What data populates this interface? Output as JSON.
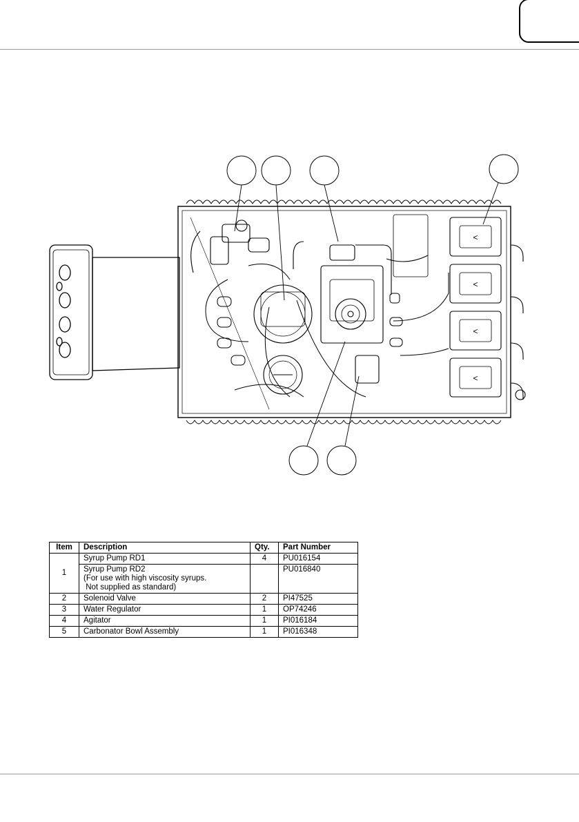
{
  "parts_table": {
    "headers": {
      "item": "Item",
      "description": "Description",
      "qty": "Qty.",
      "part_number": "Part Number"
    },
    "row_1a": {
      "item": "1",
      "description": "Syrup Pump RD1",
      "qty": "4",
      "part_number": "PU016154"
    },
    "row_1b": {
      "description_line1": "Syrup Pump RD2",
      "description_line2": "(For use with high viscosity syrups.",
      "description_line3": " Not supplied as standard)",
      "qty": "",
      "part_number": "PU016840"
    },
    "row_2": {
      "item": "2",
      "description": "Solenoid Valve",
      "qty": "2",
      "part_number": "PI47525"
    },
    "row_3": {
      "item": "3",
      "description": "Water Regulator",
      "qty": "1",
      "part_number": "OP74246"
    },
    "row_4": {
      "item": "4",
      "description": "Agitator",
      "qty": "1",
      "part_number": "PI016184"
    },
    "row_5": {
      "item": "5",
      "description": "Carbonator Bowl Assembly",
      "qty": "1",
      "part_number": "PI016348"
    }
  }
}
